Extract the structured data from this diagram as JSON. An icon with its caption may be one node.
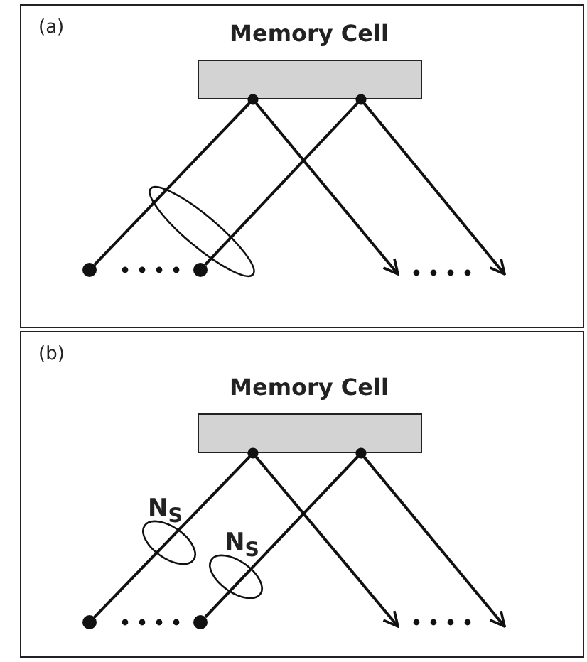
{
  "diagram": {
    "nodes": [
      {
        "text": [
          "(a)"
        ]
      },
      {
        "text": [
          "Memory Cell"
        ],
        "in": 0
      },
      {
        "text": [],
        "shape": "circle",
        "in": 0
      },
      {
        "text": [],
        "shape": "circle",
        "in": 0
      },
      {
        "text": [
          "(b)"
        ]
      },
      {
        "text": [
          "Memory Cell"
        ],
        "in": 4
      },
      {
        "text": [],
        "shape": "circle",
        "in": 4
      },
      {
        "text": [],
        "shape": "circle",
        "in": 4
      }
    ],
    "edges": [
      {
        "from": 2,
        "to": 1,
        "arrow": "other"
      },
      {
        "from": 3,
        "to": 1,
        "arrow": "other"
      },
      {
        "from": 1,
        "to": null,
        "arrow": "to"
      },
      {
        "from": 1,
        "to": null,
        "arrow": "to"
      },
      {
        "from": 6,
        "to": 5,
        "arrow": "other"
      },
      {
        "from": 7,
        "to": 5,
        "arrow": "other"
      },
      {
        "from": 5,
        "to": null,
        "arrow": "to"
      },
      {
        "from": 5,
        "to": null,
        "arrow": "to"
      }
    ],
    "labels": [
      "N$_{S}$",
      "N$_{S}$"
    ]
  }
}
